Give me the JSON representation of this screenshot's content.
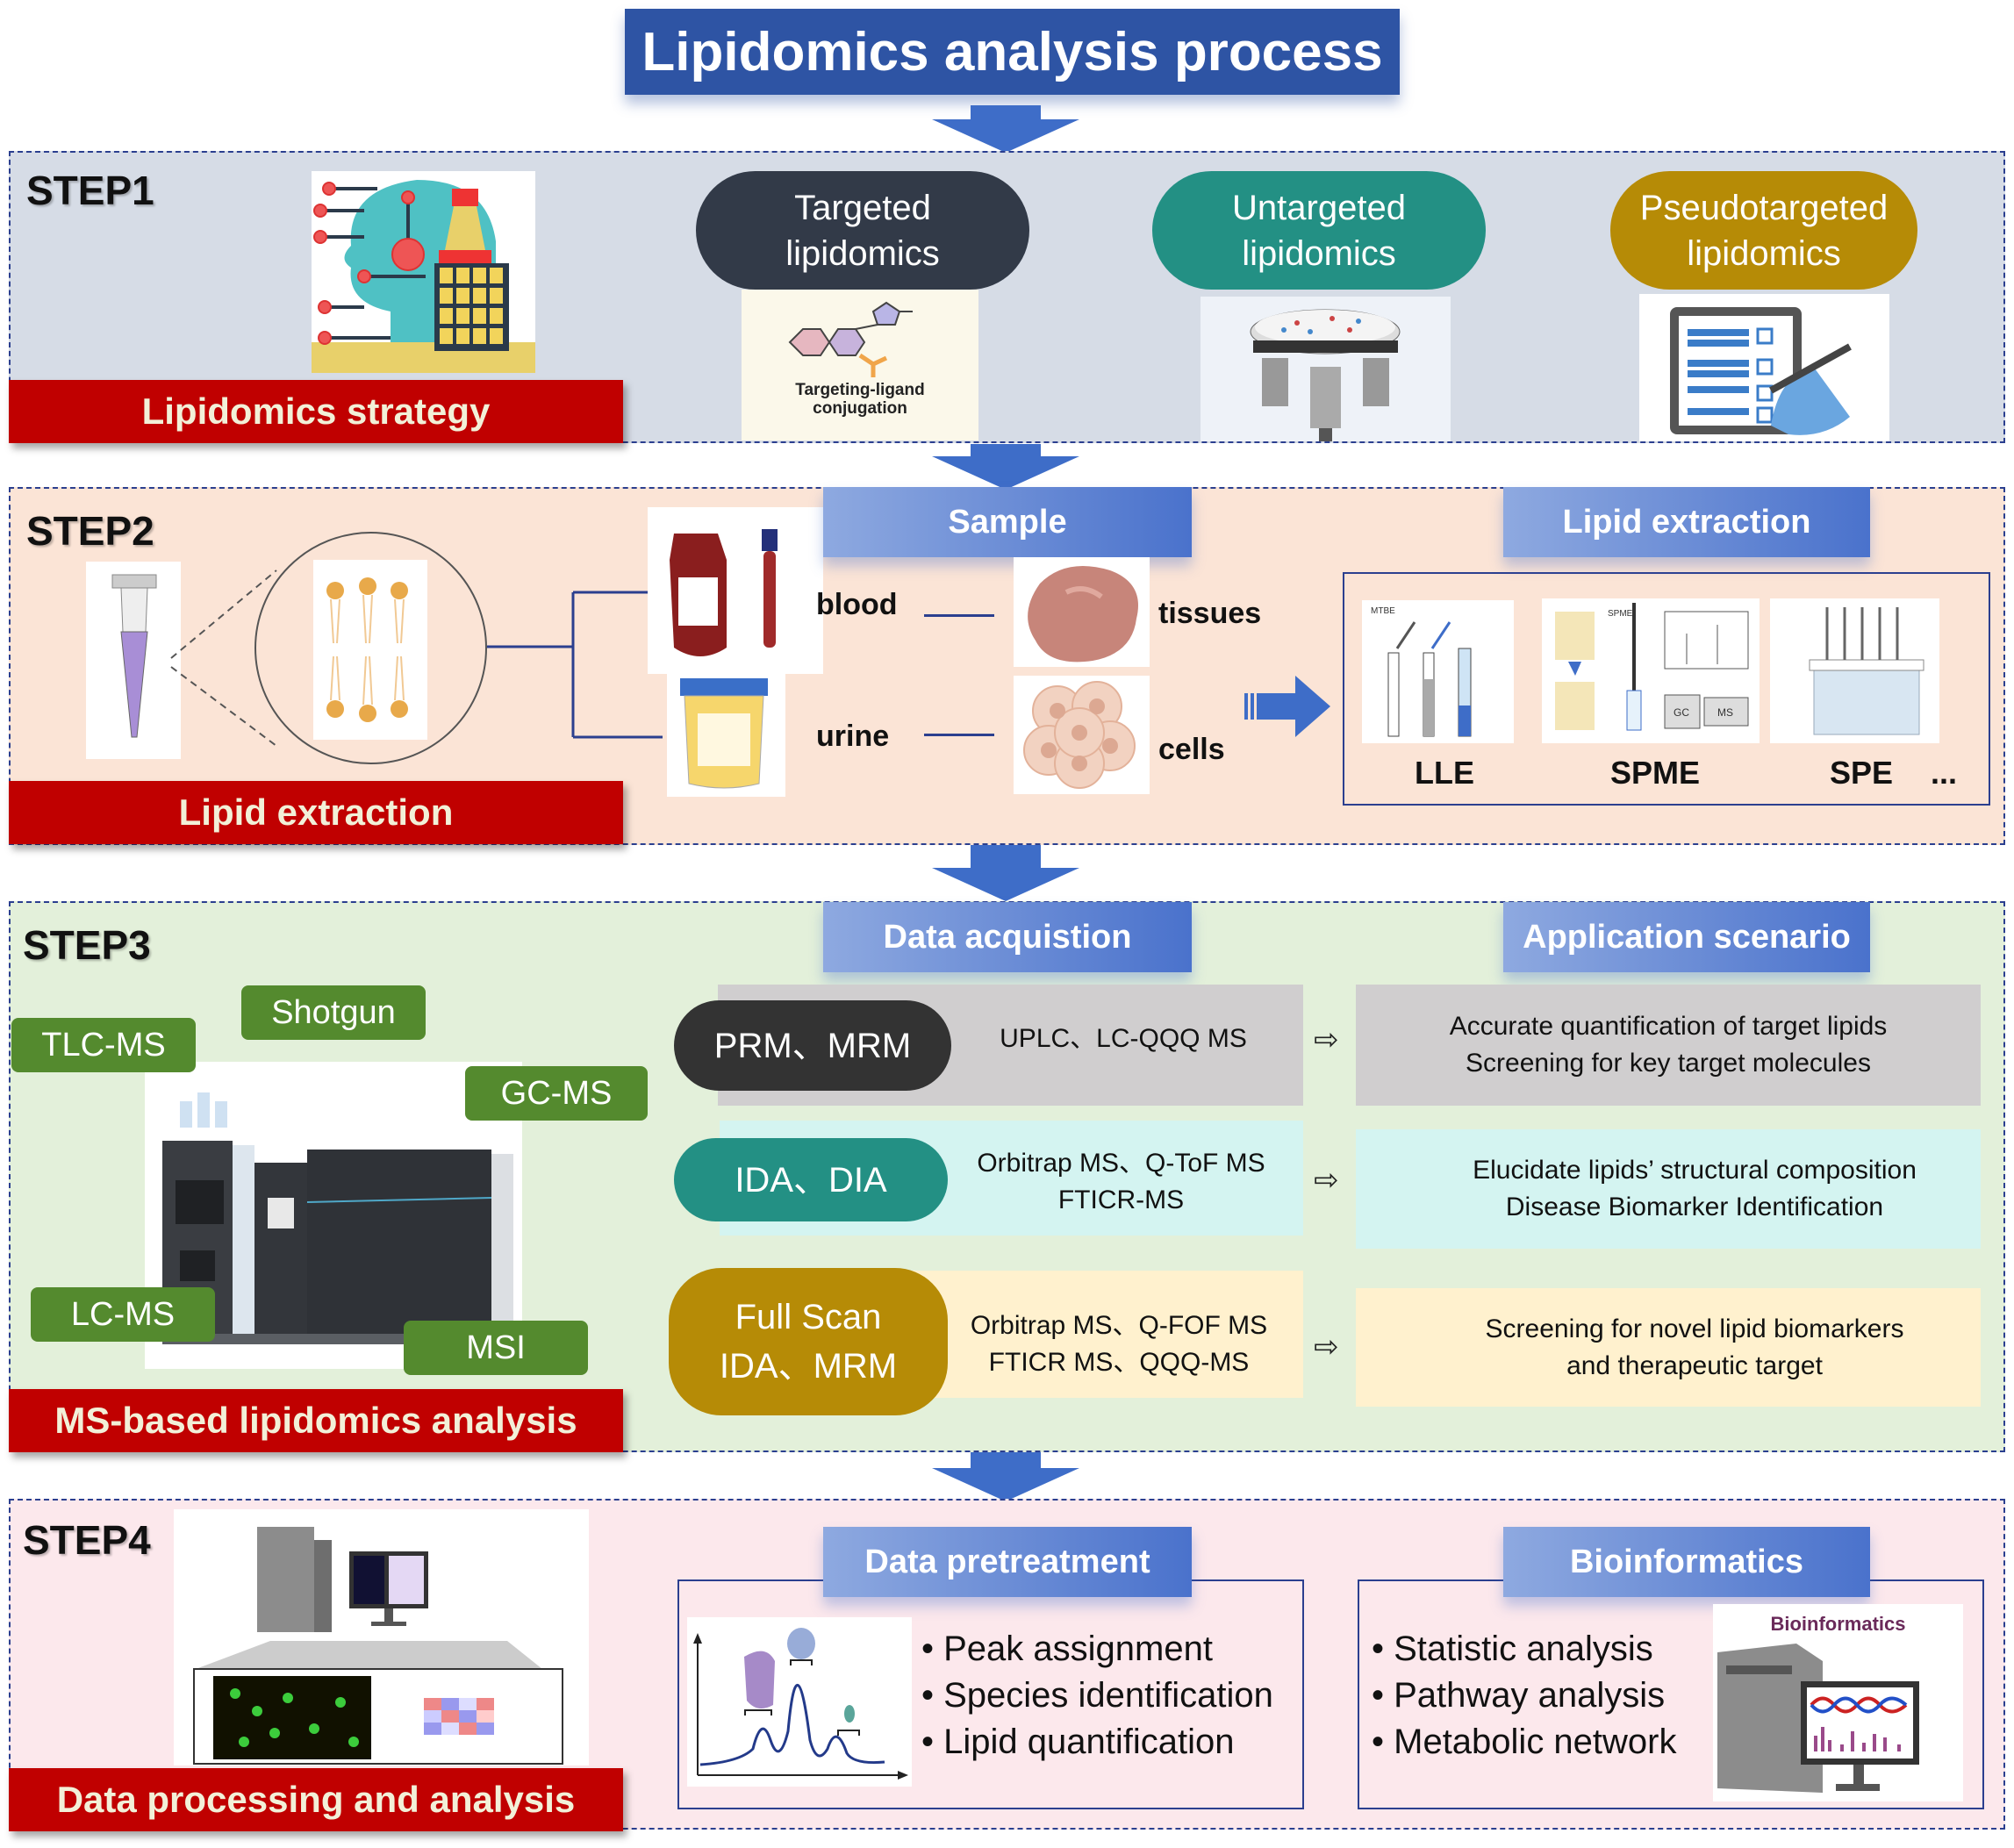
{
  "title": "Lipidomics analysis process",
  "colors": {
    "title_bg": "#2e54a4",
    "arrow": "#3e6dc8",
    "step_border": "#2b3f8f",
    "banner_red": "#c00000",
    "step1_bg": "#d6dce6",
    "step2_bg": "#fbe4d6",
    "step3_bg": "#e3f0da",
    "step4_bg": "#fce8ec",
    "targeted": "#323a48",
    "untargeted": "#239084",
    "pseudotargeted": "#b68b06",
    "green_tag": "#548a2e"
  },
  "step1": {
    "label": "STEP1",
    "banner": "Lipidomics strategy",
    "strategy_icon": "brain-strategy-icon",
    "strategies": [
      {
        "line1": "Targeted",
        "line2": "lipidomics",
        "image_caption_line1": "Targeting-ligand",
        "image_caption_line2": "conjugation",
        "icon": "molecule-ligand-icon"
      },
      {
        "line1": "Untargeted",
        "line2": "lipidomics",
        "icon": "microscope-stage-icon"
      },
      {
        "line1": "Pseudotargeted",
        "line2": "lipidomics",
        "icon": "checklist-icon"
      }
    ]
  },
  "step2": {
    "label": "STEP2",
    "banner": "Lipid extraction",
    "sample_header": "Sample",
    "extraction_header": "Lipid extraction",
    "samples": [
      "blood",
      "urine",
      "tissues",
      "cells"
    ],
    "methods": [
      "LLE",
      "SPME",
      "SPE"
    ],
    "ellipsis": "...",
    "spme_mini_labels": [
      "SPME",
      "GC",
      "MS"
    ],
    "lle_mini_label": "MTBE"
  },
  "step3": {
    "label": "STEP3",
    "banner": "MS-based lipidomics analysis",
    "techniques": [
      "TLC-MS",
      "Shotgun",
      "GC-MS",
      "LC-MS",
      "MSI"
    ],
    "acq_header": "Data acquistion",
    "app_header": "Application scenario",
    "rows": [
      {
        "mode_line1": "PRM、MRM",
        "mode_line2": "",
        "instruments_line1": "UPLC、LC-QQQ MS",
        "instruments_line2": "",
        "app_line1": "Accurate quantification of target lipids",
        "app_line2": "Screening for key target molecules"
      },
      {
        "mode_line1": "IDA、DIA",
        "mode_line2": "",
        "instruments_line1": "Orbitrap MS、Q-ToF MS",
        "instruments_line2": "FTICR-MS",
        "app_line1": "Elucidate lipids’ structural composition",
        "app_line2": "Disease Biomarker Identification"
      },
      {
        "mode_line1": "Full Scan",
        "mode_line2": "IDA、MRM",
        "instruments_line1": "Orbitrap MS、Q-FOF MS",
        "instruments_line2": "FTICR MS、QQQ-MS",
        "app_line1": "Screening for novel lipid biomarkers",
        "app_line2": "and therapeutic target"
      }
    ],
    "arrow_glyph": "⇨"
  },
  "step4": {
    "label": "STEP4",
    "banner": "Data processing and analysis",
    "pretreat_header": "Data pretreatment",
    "bioinfo_header": "Bioinformatics",
    "pretreat_items": [
      "Peak assignment",
      "Species identification",
      "Lipid quantification"
    ],
    "bioinfo_items": [
      "Statistic analysis",
      "Pathway analysis",
      "Metabolic network"
    ],
    "bioinfo_image_caption": "Bioinformatics"
  }
}
